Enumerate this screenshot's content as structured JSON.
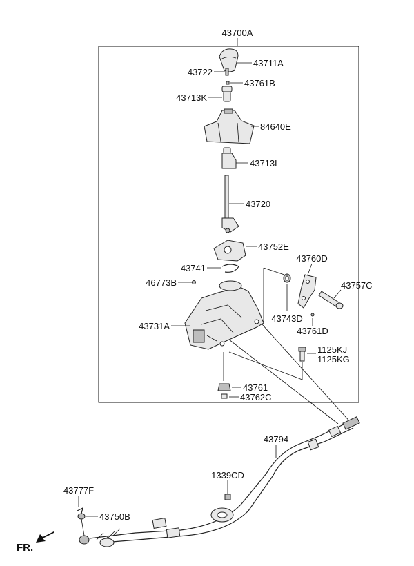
{
  "labels": {
    "assembly": "43700A",
    "knob": "43711A",
    "pin": "43722",
    "clip_top": "43761B",
    "spring_top": "43713K",
    "boot": "84640E",
    "spring_lower": "43713L",
    "lever": "43720",
    "cover": "43752E",
    "snap_ring": "43741",
    "bushing": "46773B",
    "base": "43731A",
    "bracket": "43760D",
    "pin_bolt": "43757C",
    "washer": "43743D",
    "clip_side": "43761D",
    "bolt_a": "1125KJ",
    "bolt_b": "1125KG",
    "nut": "43761",
    "cap": "43762C",
    "cable": "43794",
    "grommet": "1339CD",
    "clip_cable": "43777F",
    "cable_bush": "43750B",
    "front": "FR."
  },
  "icons": {
    "front_arrow": "arrow-down-left-icon"
  }
}
